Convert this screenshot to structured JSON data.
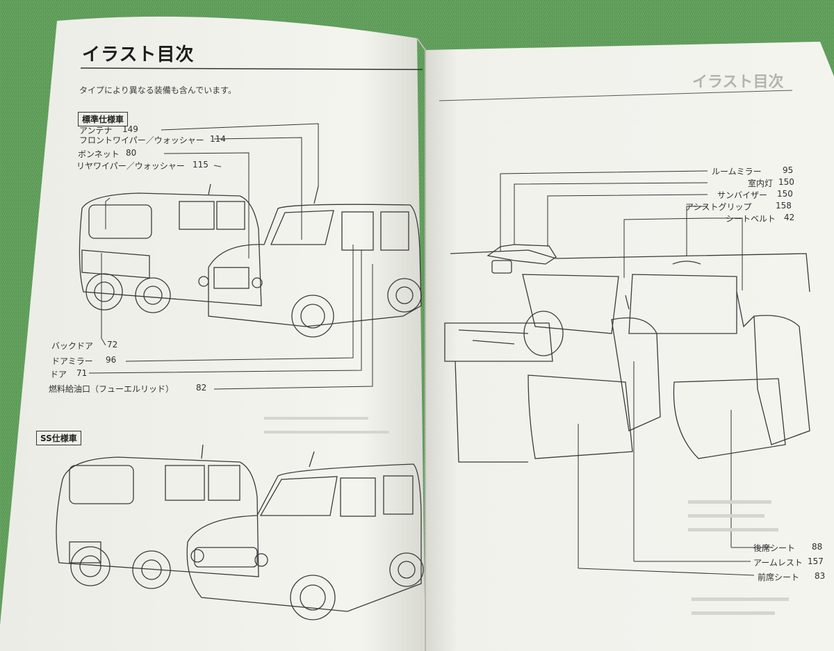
{
  "left_page": {
    "title": "イラスト目次",
    "note": "タイプにより異なる装備も含んでいます。",
    "section_standard": "標準仕様車",
    "section_ss": "SS仕様車",
    "top_labels": [
      {
        "name": "アンテナ",
        "page": "149"
      },
      {
        "name": "フロントワイパー／ウォッシャー",
        "page": "114"
      },
      {
        "name": "ボンネット",
        "page": "80"
      },
      {
        "name": "リヤワイパー／ウォッシャー",
        "page": "115"
      }
    ],
    "bottom_labels": [
      {
        "name": "バックドア",
        "page": "72"
      },
      {
        "name": "ドアミラー",
        "page": "96"
      },
      {
        "name": "ドア",
        "page": "71"
      },
      {
        "name": "燃料給油口（フューエルリッド）",
        "page": "82"
      }
    ]
  },
  "right_page": {
    "ghost_title": "イラスト目次",
    "top_labels": [
      {
        "name": "ルームミラー",
        "page": "95"
      },
      {
        "name": "室内灯",
        "page": "150"
      },
      {
        "name": "サンバイザー",
        "page": "150"
      },
      {
        "name": "アシストグリップ",
        "page": "158"
      },
      {
        "name": "シートベルト",
        "page": "42"
      }
    ],
    "bottom_labels": [
      {
        "name": "後席シート",
        "page": "88"
      },
      {
        "name": "アームレスト",
        "page": "157"
      },
      {
        "name": "前席シート",
        "page": "83"
      }
    ]
  },
  "colors": {
    "grass": "#5d9a58",
    "paper": "#f3f3ee",
    "ink": "#2a2a2a"
  }
}
